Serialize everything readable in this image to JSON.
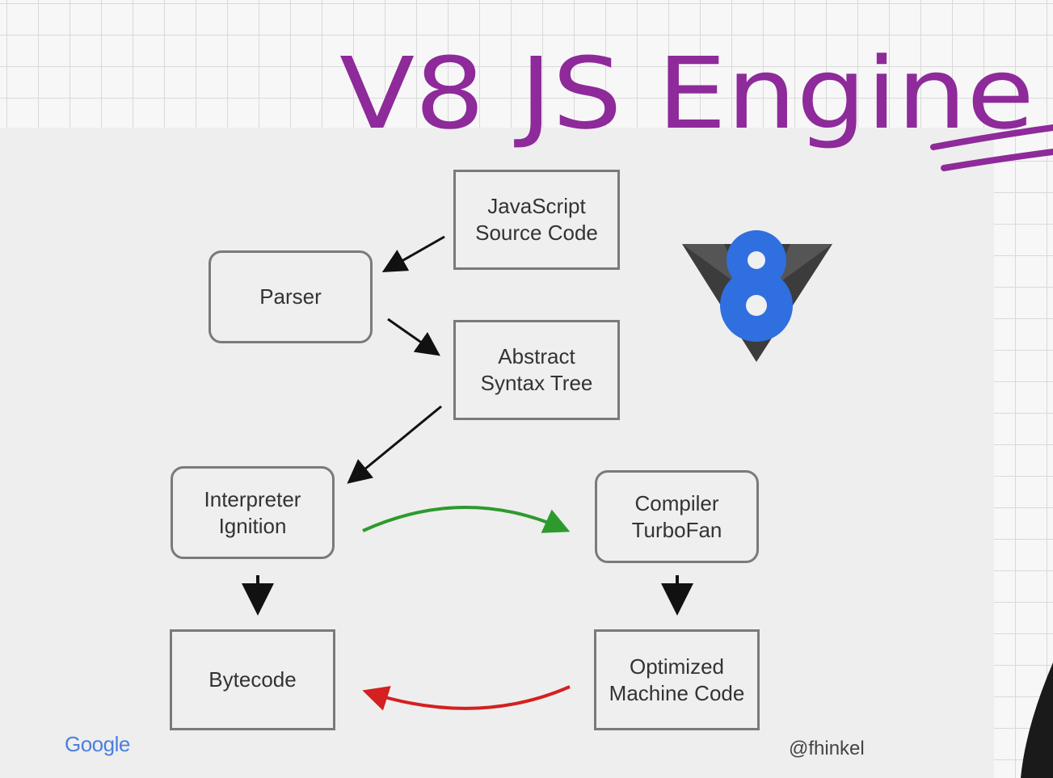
{
  "title": "V8 JS Engine",
  "nodes": {
    "source": "JavaScript\nSource Code",
    "parser": "Parser",
    "ast": "Abstract\nSyntax Tree",
    "interpreter": "Interpreter\nIgnition",
    "compiler": "Compiler\nTurboFan",
    "bytecode": "Bytecode",
    "optimized": "Optimized\nMachine Code"
  },
  "footer": {
    "brand": "Google",
    "handle": "@fhinkel"
  },
  "colors": {
    "title": "#8e2a9a",
    "optimize_arrow": "#2e9a2e",
    "deoptimize_arrow": "#d42020",
    "logo_blue": "#2f6fe0",
    "logo_gray": "#3c3c3c"
  }
}
